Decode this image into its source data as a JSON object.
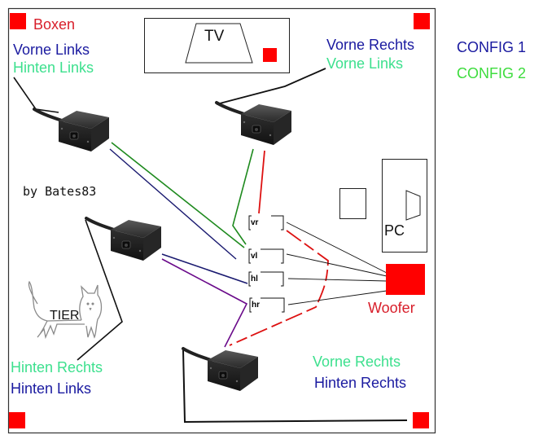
{
  "title": "Boxen",
  "author": "by Bates83",
  "legend": [
    {
      "label": "CONFIG 1",
      "color": "#1a1aa0"
    },
    {
      "label": "CONFIG 2",
      "color": "#3ddc3d"
    }
  ],
  "colors": {
    "speaker": "#ff0000",
    "config1": "#1a1aa0",
    "config2": "#1e8a1e",
    "purple": "#6a0a8a",
    "subwoofer_line": "#dd1111",
    "text_config2": "#3de08e"
  },
  "tv": {
    "label": "TV"
  },
  "pc": {
    "label": "PC"
  },
  "woofer": {
    "label": "Woofer"
  },
  "pet": {
    "label": "TIER"
  },
  "speakers": {
    "top_left": {
      "config1": "Vorne Links",
      "config2": "Hinten Links"
    },
    "top_right": {
      "config1": "Vorne Rechts",
      "config2": "Vorne Links"
    },
    "bottom_left": {
      "config2": "Hinten Rechts",
      "config1": "Hinten Links"
    },
    "bottom_right": {
      "config2": "Vorne Rechts",
      "config1": "Hinten Rechts"
    }
  },
  "ports": [
    {
      "id": "vr",
      "label": "vr"
    },
    {
      "id": "vl",
      "label": "vl"
    },
    {
      "id": "hl",
      "label": "hl"
    },
    {
      "id": "hr",
      "label": "hr"
    }
  ],
  "icons": {
    "speaker": "speaker-icon",
    "switch_box": "switch-box-icon",
    "cat": "cat-icon",
    "monitor": "monitor-icon"
  }
}
